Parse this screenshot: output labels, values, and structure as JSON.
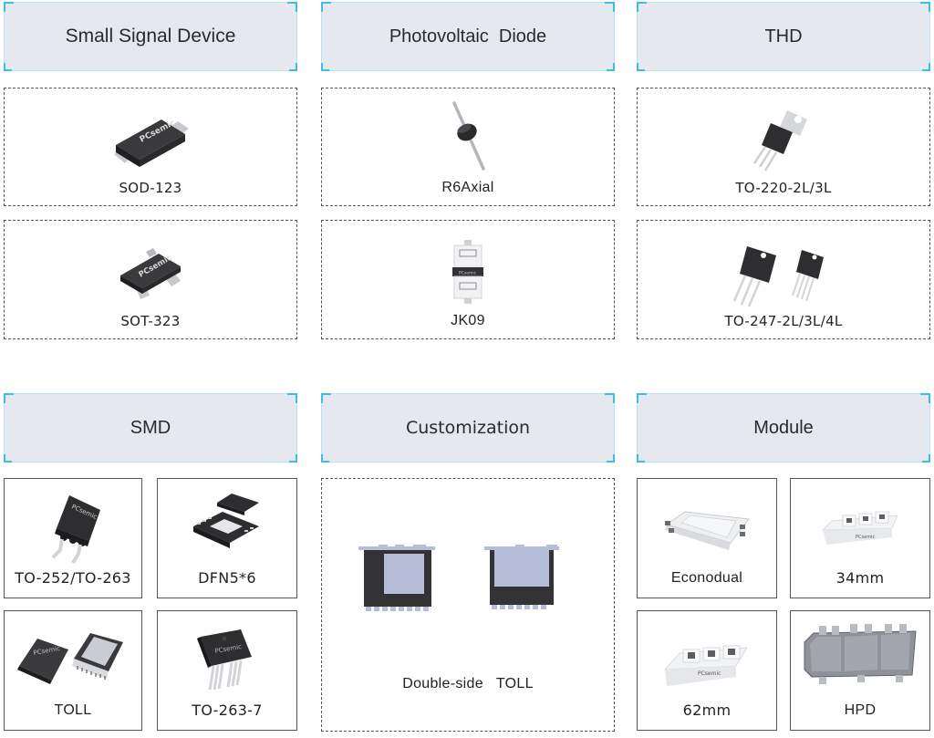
{
  "sections": [
    {
      "title": "Small Signal Device",
      "items": [
        {
          "label": "SOD-123",
          "icon": "sod-123-package-icon"
        },
        {
          "label": "SOT-323",
          "icon": "sot-323-package-icon"
        }
      ]
    },
    {
      "title": "Photovoltaic  Diode",
      "items": [
        {
          "label": "R6Axial",
          "icon": "r6-axial-diode-icon"
        },
        {
          "label": "JK09",
          "icon": "jk09-package-icon"
        }
      ]
    },
    {
      "title": "THD",
      "items": [
        {
          "label": "TO-220-2L/3L",
          "icon": "to-220-package-icon"
        },
        {
          "label": "TO-247-2L/3L/4L",
          "icon": "to-247-package-icon"
        }
      ]
    },
    {
      "title": "SMD",
      "items": [
        {
          "label": "TO-252/TO-263",
          "icon": "to-252-package-icon"
        },
        {
          "label": "DFN5*6",
          "icon": "dfn5x6-package-icon"
        },
        {
          "label": "TOLL",
          "icon": "toll-package-icon"
        },
        {
          "label": "TO-263-7",
          "icon": "to-263-7-package-icon"
        }
      ]
    },
    {
      "title": "Customization",
      "items": [
        {
          "label": "Double-side   TOLL",
          "icon": "double-side-toll-icon"
        }
      ]
    },
    {
      "title": "Module",
      "items": [
        {
          "label": "Econodual",
          "icon": "econodual-module-icon"
        },
        {
          "label": "34mm",
          "icon": "34mm-module-icon"
        },
        {
          "label": "62mm",
          "icon": "62mm-module-icon"
        },
        {
          "label": "HPD",
          "icon": "hpd-module-icon"
        }
      ]
    }
  ],
  "colors": {
    "header_bg": "#e6e8f0",
    "header_accent": "#3fbde6",
    "package_dark": "#2e2e30",
    "lead_gray": "#c9cbd4",
    "pad_lavender": "#b6bdd8"
  }
}
